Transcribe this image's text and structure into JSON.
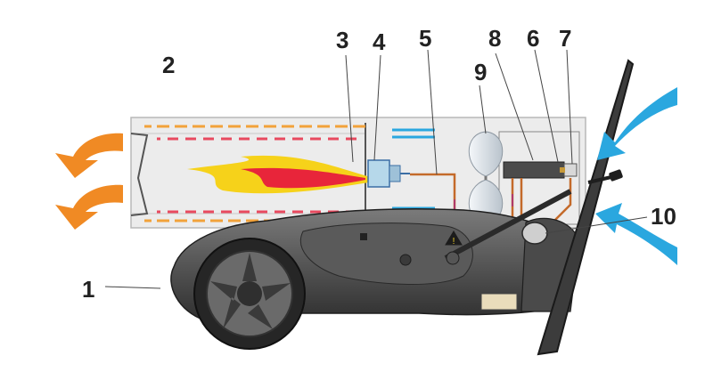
{
  "labels": {
    "n1": "1",
    "n2": "2",
    "n3": "3",
    "n4": "4",
    "n5": "5",
    "n6": "6",
    "n7": "7",
    "n8": "8",
    "n9": "9",
    "n10": "10"
  },
  "colors": {
    "hot_air": "#f08a24",
    "cold_air": "#2aa7df",
    "flame_outer": "#f6d21a",
    "flame_inner": "#e8253a",
    "fuel_line": "#c46a2a",
    "body_dark": "#3f3f3f",
    "chamber": "#e9e9e9"
  },
  "icons": {
    "hot_air_out": "curved-arrow-left-icon",
    "cold_air_in": "curved-arrow-left-icon",
    "warning": "warning-triangle-icon",
    "fan": "fan-blade-icon",
    "plug": "power-plug-icon"
  }
}
